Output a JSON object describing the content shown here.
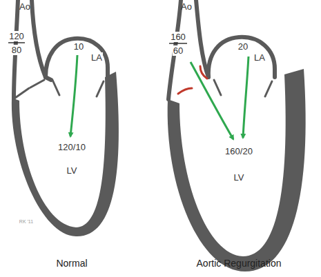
{
  "diagram": {
    "labels": [
      "Ao",
      "120",
      "80",
      "10",
      "LA",
      "120/10",
      "LV",
      "RK '11",
      "Normal",
      "Ao",
      "160",
      "60",
      "20",
      "LA",
      "160/20",
      "LV",
      "Aortic Regurgitation"
    ]
  }
}
